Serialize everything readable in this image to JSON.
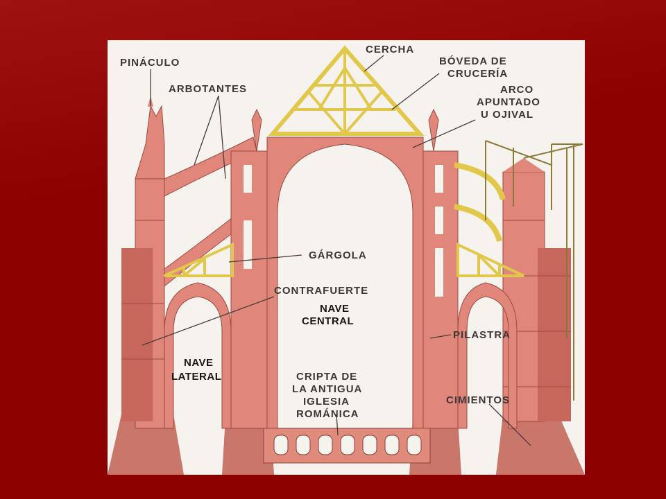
{
  "colors": {
    "slide_background": "#8c0000",
    "masonry": "#e1867a",
    "masonry_dark": "#c7675c",
    "timber": "#e2c84a",
    "label_text": "#3e3636"
  },
  "labels": {
    "pinaculo": "PINÁCULO",
    "arbotantes": "ARBOTANTES",
    "cercha": "CERCHA",
    "boveda_line1": "BÓVEDA DE",
    "boveda_line2": "CRUCERÍA",
    "arco_line1": "ARCO",
    "arco_line2": "APUNTADO",
    "arco_line3": "U OJIVAL",
    "gargola": "GÁRGOLA",
    "contrafuerte": "CONTRAFUERTE",
    "nave_central_line1": "NAVE",
    "nave_central_line2": "CENTRAL",
    "nave_lateral_line1": "NAVE",
    "nave_lateral_line2": "LATERAL",
    "pilastra": "PILASTRA",
    "cripta_line1": "CRIPTA DE",
    "cripta_line2": "LA ANTIGUA",
    "cripta_line3": "IGLESIA",
    "cripta_line4": "ROMÁNICA",
    "cimientos": "CIMIENTOS"
  }
}
